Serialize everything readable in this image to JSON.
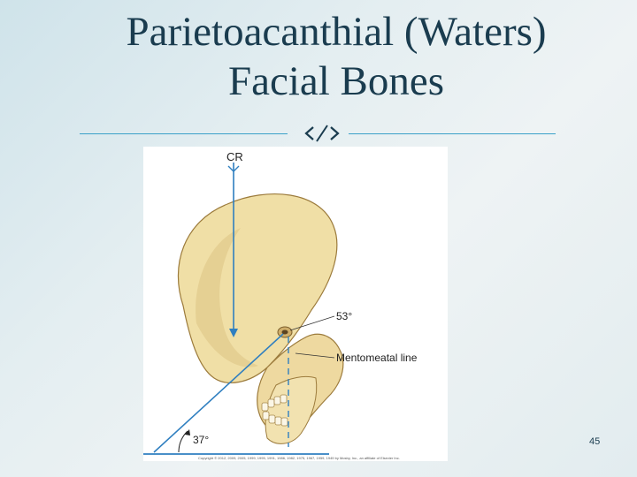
{
  "slide": {
    "title_line1": "Parietoacanthial (Waters)",
    "title_line2": "Facial Bones",
    "page_number": "45"
  },
  "figure": {
    "cr_label": "CR",
    "angle_upper_label": "53°",
    "mentomeatal_label": "Mentomeatal line",
    "angle_lower_label": "37°",
    "copyright": "Copyright © 2012, 2009, 2005, 1999, 1995, 1991, 1986, 1982, 1975, 1967, 1959, 1949 by Mosby, Inc., an affiliate of Elsevier Inc."
  },
  "colors": {
    "title": "#1a3c4f",
    "accent_line": "#3aa0c8",
    "beam": "#2f7fc0",
    "bone_fill": "#f0dfa6",
    "bone_shadow": "#d9be7c"
  }
}
